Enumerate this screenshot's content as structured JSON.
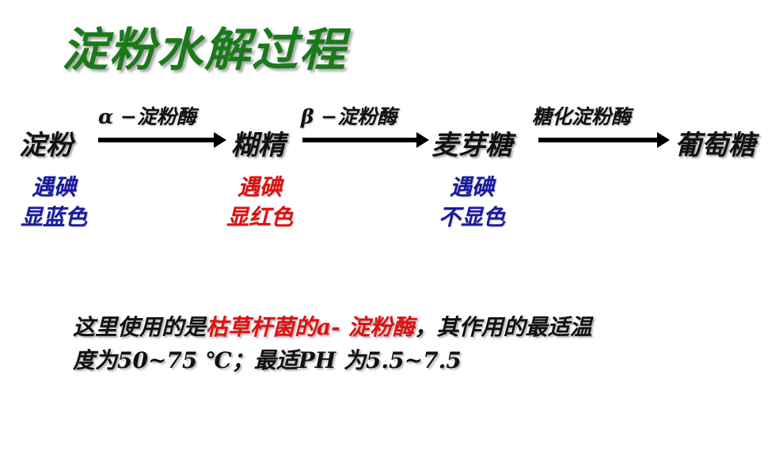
{
  "title": {
    "text": "淀粉水解过程",
    "color": "#1a7a1a"
  },
  "pathway": {
    "nodes": [
      {
        "label": "淀粉"
      },
      {
        "label": "糊精"
      },
      {
        "label": "麦芽糖"
      },
      {
        "label": "葡萄糖"
      }
    ],
    "enzymes": [
      {
        "label": "α −淀粉酶"
      },
      {
        "label": "β −淀粉酶"
      },
      {
        "label": "糖化淀粉酶"
      }
    ]
  },
  "iodine_tests": [
    {
      "line1": "遇碘",
      "line2": "显蓝色",
      "color": "#1a1aa0"
    },
    {
      "line1": "遇碘",
      "line2": "显红色",
      "color": "#e01010"
    },
    {
      "line1": "遇碘",
      "line2": "不显色",
      "color": "#1a1aa0"
    }
  ],
  "note": {
    "part1": "这里使用的是",
    "highlight": "枯草杆菌的a- 淀粉酶",
    "part2": "，其作用的最适温",
    "line2": "度为50~75 ℃；最适PH 为5.5~7.5",
    "highlight_color": "#e01010"
  }
}
